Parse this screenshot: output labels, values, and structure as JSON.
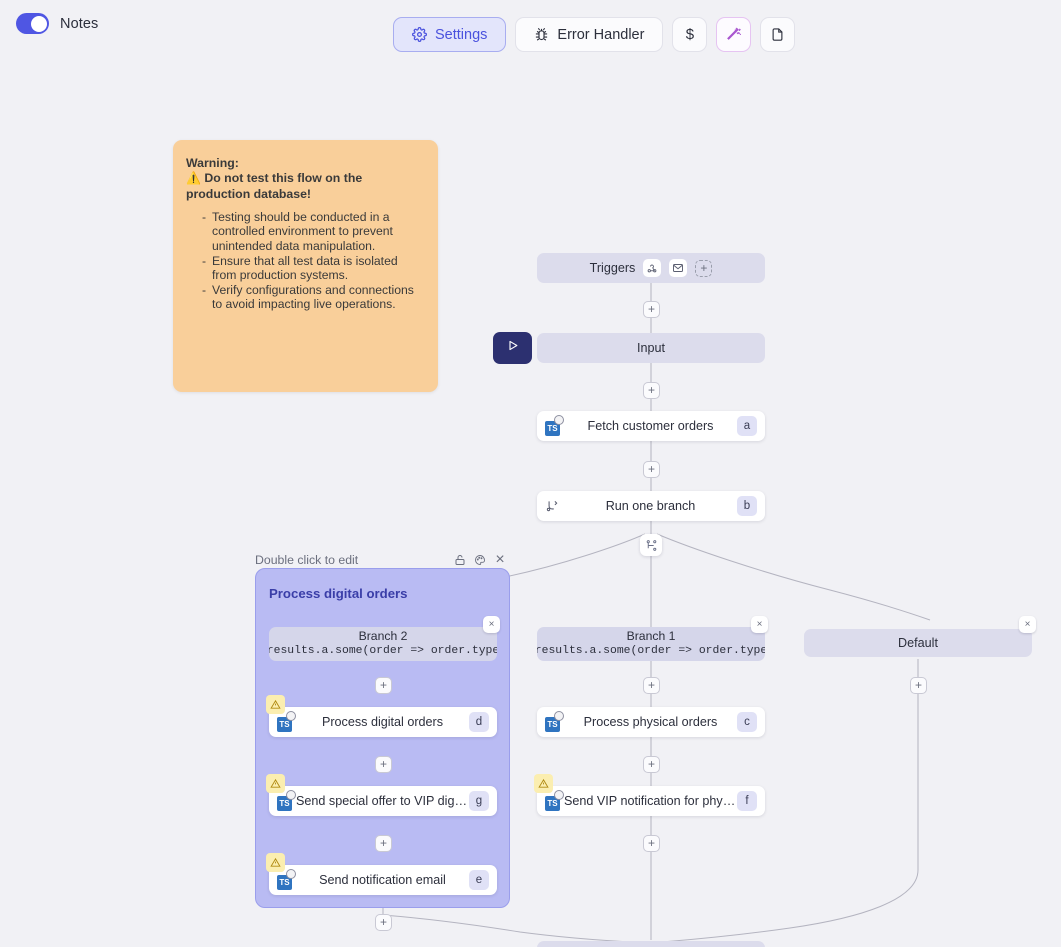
{
  "topbar": {
    "notes_toggle_label": "Notes",
    "notes_toggle_on": true,
    "buttons": [
      {
        "label": "Settings",
        "icon": "gear-icon",
        "active": true
      },
      {
        "label": "Error Handler",
        "icon": "bug-icon",
        "active": false
      },
      {
        "label": "$",
        "icon": "dollar-icon",
        "active": false
      },
      {
        "label": "",
        "icon": "magic-wand-icon",
        "active": false
      },
      {
        "label": "",
        "icon": "file-icon",
        "active": false
      }
    ]
  },
  "note": {
    "title_line1": "Warning:",
    "warn_glyph": "⚠️",
    "title_line2": "Do not test this flow on the production database!",
    "bullets": [
      "Testing should be conducted in a controlled environment to prevent unintended data manipulation.",
      "Ensure that all test data is isolated from production systems.",
      "Verify configurations and connections to avoid impacting live operations."
    ]
  },
  "flow": {
    "triggers": {
      "label": "Triggers",
      "icons": [
        "webhook-icon",
        "email-icon"
      ],
      "add_label": "+"
    },
    "input": {
      "label": "Input"
    },
    "run_button": {
      "icon": "play-icon"
    },
    "nodes": {
      "fetch_customer_orders": {
        "label": "Fetch customer orders",
        "badge": "a",
        "kind": "ts",
        "warn": false
      },
      "run_one_branch": {
        "label": "Run one branch",
        "badge": "b",
        "kind": "branch",
        "warn": false
      },
      "process_physical_orders": {
        "label": "Process physical orders",
        "badge": "c",
        "kind": "ts",
        "warn": false
      },
      "send_vip_notification_physical": {
        "label": "Send VIP notification for physical...",
        "badge": "f",
        "kind": "ts",
        "warn": true
      },
      "process_digital_orders": {
        "label": "Process digital orders",
        "badge": "d",
        "kind": "ts",
        "warn": true
      },
      "send_special_offer_vip_digital": {
        "label": "Send special offer to VIP digital c...",
        "badge": "g",
        "kind": "ts",
        "warn": true
      },
      "send_notification_email": {
        "label": "Send notification email",
        "badge": "e",
        "kind": "ts",
        "warn": true
      }
    },
    "branches": {
      "branch1": {
        "label": "Branch 1",
        "condition": "results.a.some(order => order.type"
      },
      "branch2": {
        "label": "Branch 2",
        "condition": "results.a.some(order => order.type"
      },
      "default": {
        "label": "Default"
      }
    },
    "group": {
      "hint": "Double click to edit",
      "title": "Process digital orders",
      "icons": [
        "lock-icon",
        "palette-icon",
        "close-icon"
      ]
    },
    "add_label": "+",
    "close_label": "×"
  },
  "colors": {
    "canvas_bg": "#f1f1f5",
    "accent_indigo": "#4f56e3",
    "node_pill": "#dcdcec",
    "group_bg": "#b9bbf3",
    "note_bg": "#f9cf9a",
    "run_btn": "#2c3070",
    "warn_flag": "#fbeeb0"
  }
}
